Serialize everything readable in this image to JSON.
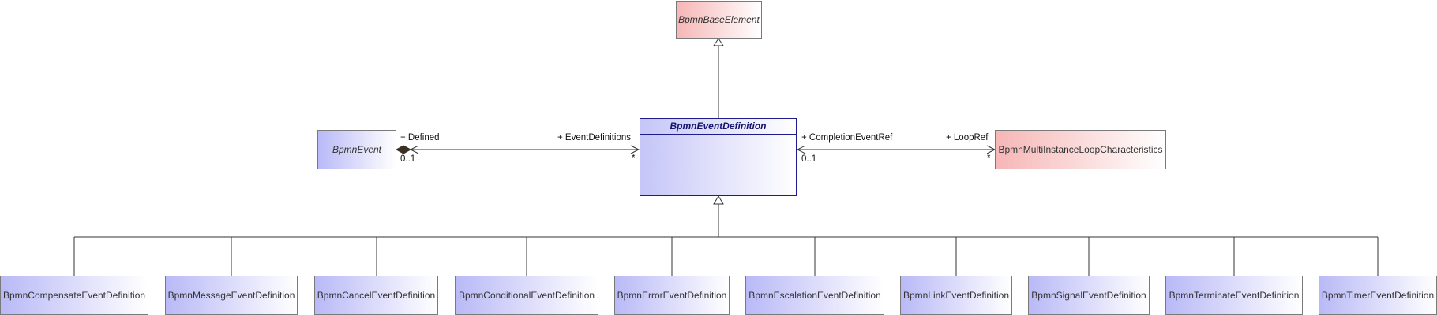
{
  "classes": {
    "base": "BpmnBaseElement",
    "main": "BpmnEventDefinition",
    "event": "BpmnEvent",
    "loop": "BpmnMultiInstanceLoopCharacteristics",
    "subclasses": [
      "BpmnCompensateEventDefinition",
      "BpmnMessageEventDefinition",
      "BpmnCancelEventDefinition",
      "BpmnConditionalEventDefinition",
      "BpmnErrorEventDefinition",
      "BpmnEscalationEventDefinition",
      "BpmnLinkEventDefinition",
      "BpmnSignalEventDefinition",
      "BpmnTerminateEventDefinition",
      "BpmnTimerEventDefinition"
    ]
  },
  "associations": {
    "defined_role": "+ Defined",
    "defined_mult": "0..1",
    "event_definitions_role": "+ EventDefinitions",
    "event_definitions_mult": "*",
    "completion_role": "+ CompletionEventRef",
    "completion_mult": "0..1",
    "loopref_role": "+ LoopRef",
    "loopref_mult": "*"
  },
  "colors": {
    "main_border": "#1c1c8c",
    "blue_fill": "#b9b9f7",
    "red_fill": "#f6b6b6",
    "line": "#333333"
  }
}
